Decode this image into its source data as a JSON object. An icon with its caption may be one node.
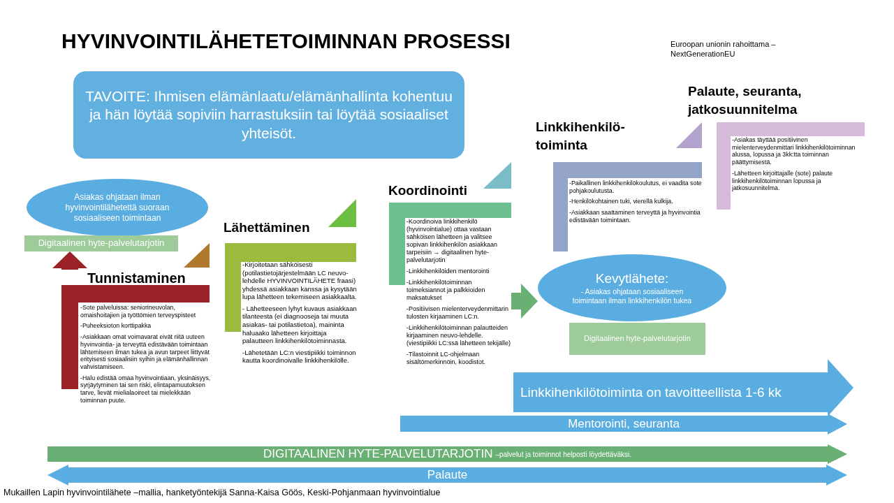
{
  "diagram": {
    "title": "HYVINVOINTILÄHETETOIMINNAN PROSESSI",
    "caption": "Mukaillen Lapin hyvinvointilähete –mallia, hanketyöntekijä Sanna-Kaisa Göös, Keski-Pohjanmaan hyvinvointialue",
    "nodes": [
      {
        "text": [
          "TAVOITE: Ihmisen elämänlaatu/elämänhallinta kohentuu ja hän löytää sopiviin harrastuksiin tai löytää sosiaaliset yhteisöt."
        ]
      },
      {
        "text": [
          "Asiakas ohjataan ilman hyvinvointilähetettä suoraan sosiaaliseen toimintaan"
        ]
      },
      {
        "text": [
          "Digitaalinen hyte-palvelutarjotin"
        ]
      },
      {
        "text": [
          "Tunnistaminen",
          "-Sote palveluissa: seniorineuvolan, omaishoitajien ja työttömien terveyspisteet",
          "-Puheeksioton korttipakka",
          "-Asiakkaan omat voimavarat eivät riitä uuteen hyvinvointia- ja terveyttä edistävään toimintaan lähtemiseen ilman tukea ja avun tarpeet liittyvät erityisesti sosiaalisiin syihin ja elämänhallinnan vahvistamiseen.",
          "-Halu edistää omaa hyvinvointiaan, yksinäisyys, syrjäytyminen tai sen riski, elintapamuutoksen tarve, lievät mielialaoireet tai mielekkään toiminnan puute."
        ]
      },
      {
        "text": [
          "Lähettäminen",
          "-Kirjoitetaan sähköisesti (potilastietojärjestelmään LC neuvo-lehdelle HYVINVOINTILÄHETE fraasi) yhdessä asiakkaan kanssa ja kysytään lupa lähetteen tekemiseen asiakkaalta.",
          "- Lähetteeseen lyhyt kuvaus asiakkaan tilanteesta (ei diagnooseja tai muuta asiakas- tai potilastietoa), maininta haluaako lähetteen kirjoittaja palautteen linkkihenkilötoiminnasta.",
          "-Lähetetään LC:n viestipiikki toiminnon kautta koordinoivalle linkkihenkilölle."
        ]
      },
      {
        "text": [
          "Koordinointi",
          "-Koordinoiva linkkihenkilö (hyvinvointialue) ottaa vastaan sähköisen lähetteen ja valitsee sopivan linkkihenkilön asiakkaan tarpeisiin → digitaalinen hyte-palvelutarjotin",
          "-Linkkihenkilöiden mentorointi",
          "-Linkkihenkilötoiminnan toimeksiannot ja palkkioiden maksatukset",
          "-Positiivisen mielenterveydenmittarin tulosten kirjaaminen LC:n.",
          "-Linkkihenkilötoiminnan palautteiden kirjaaminen neuvo-lehdelle.(viestipiikki LC:ssä lähetteen tekijälle)",
          "-Tilastoinnit LC-ohjelmaan sisältömerkinnöin, koodistot."
        ]
      },
      {
        "text": [
          "Linkkihenkilö-toiminta",
          "-Paikallinen linkkihenkilökoulutus, ei vaadita sote pohjakoulutusta.",
          "-Henkilökohtainen tuki, vierellä kulkija.",
          "-Asiakkaan saattaminen terveyttä ja hyvinvointia edistävään toimintaan."
        ]
      },
      {
        "text": [
          "Palaute, seuranta, jatkosuunnitelma",
          "-Asiakas täyttää positiivinen mielenterveydenmittari linkkihenkilötoiminnan alussa, lopussa ja 3kk:tta toiminnan päättymisestä.",
          "-Lähetteen kirjoittajalle (sote) palaute linkkihenkilötoiminnan lopussa ja jatkosuunnitelma."
        ]
      },
      {
        "text": [
          "Kevytlähete:",
          "- Asiakas ohjataan sosiaaliseen toimintaan ilman linkkihenkilön tukea"
        ]
      },
      {
        "text": [
          "Digitaalinen hyte-palvelutarjotin"
        ]
      },
      {
        "text": [
          "Linkkihenkilötoiminta on tavoitteellista 1-6 kk"
        ]
      },
      {
        "text": [
          "Mentorointi, seuranta"
        ]
      },
      {
        "text": [
          "DIGITAALINEN HYTE-PALVELUTARJOTIN",
          "–palvelut ja toiminnot helposti löydettäväksi."
        ]
      },
      {
        "text": [
          "Palaute"
        ]
      }
    ],
    "edges": [
      {
        "from": 3,
        "to": 2,
        "arrow": "to",
        "style": "thick",
        "color": "#9b2226"
      },
      {
        "from": 5,
        "to": 8,
        "arrow": "to",
        "style": "thick",
        "color": "#6aaf73"
      }
    ],
    "labels": [
      "Euroopan unionin rahoittama – NextGenerationEU"
    ]
  }
}
